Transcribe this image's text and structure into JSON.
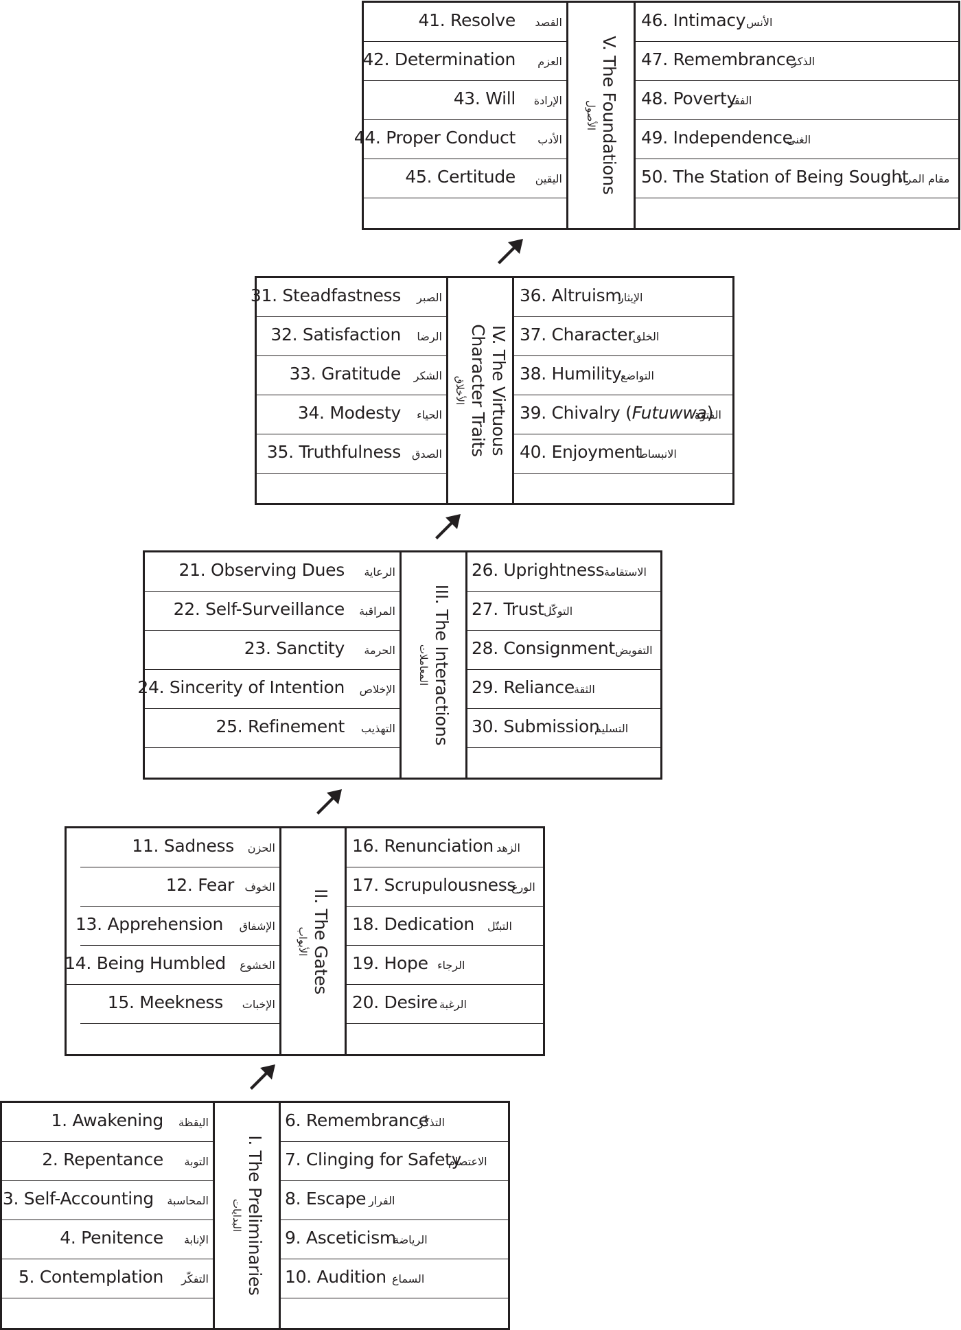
{
  "stages": [
    {
      "title": "I. The Preliminaries",
      "title_ar": "البدايات",
      "left": [
        {
          "en": "1. Awakening",
          "ar": "اليقظة"
        },
        {
          "en": "2. Repentance",
          "ar": "التوبة"
        },
        {
          "en": "3. Self-Accounting",
          "ar": "المحاسبة"
        },
        {
          "en": "4. Penitence",
          "ar": "الإنابة"
        },
        {
          "en": "5. Contemplation",
          "ar": "التفكّر"
        }
      ],
      "right": [
        {
          "en": "6. Remembrance",
          "ar": "التذكّر"
        },
        {
          "en": "7. Clinging for Safety",
          "ar": "الاعتصام"
        },
        {
          "en": "8. Escape",
          "ar": "الفرار"
        },
        {
          "en": "9. Asceticism",
          "ar": "الرياضة"
        },
        {
          "en": "10. Audition",
          "ar": "السماع"
        }
      ]
    },
    {
      "title": "II. The Gates",
      "title_ar": "الأبواب",
      "left": [
        {
          "en": "11. Sadness",
          "ar": "الحزن"
        },
        {
          "en": "12. Fear",
          "ar": "الخوف"
        },
        {
          "en": "13. Apprehension",
          "ar": "الإشفاق"
        },
        {
          "en": "14. Being Humbled",
          "ar": "الخشوع"
        },
        {
          "en": "15. Meekness",
          "ar": "الإخبات"
        }
      ],
      "right": [
        {
          "en": "16. Renunciation",
          "ar": "الزهد"
        },
        {
          "en": "17. Scrupulousness",
          "ar": "الورع"
        },
        {
          "en": "18. Dedication",
          "ar": "التبتّل"
        },
        {
          "en": "19. Hope",
          "ar": "الرجاء"
        },
        {
          "en": "20. Desire",
          "ar": "الرغبة"
        }
      ]
    },
    {
      "title": "III. The Interactions",
      "title_ar": "المعاملات",
      "left": [
        {
          "en": "21. Observing Dues",
          "ar": "الرعاية"
        },
        {
          "en": "22. Self-Surveillance",
          "ar": "المراقبة"
        },
        {
          "en": "23. Sanctity",
          "ar": "الحرمة"
        },
        {
          "en": "24. Sincerity of Intention",
          "ar": "الإخلاص"
        },
        {
          "en": "25. Refinement",
          "ar": "التهذيب"
        }
      ],
      "right": [
        {
          "en": "26. Uprightness",
          "ar": "الاستقامة"
        },
        {
          "en": "27. Trust",
          "ar": "التوكّل"
        },
        {
          "en": "28. Consignment",
          "ar": "التفويض"
        },
        {
          "en": "29. Reliance",
          "ar": "الثقة"
        },
        {
          "en": "30. Submission",
          "ar": "التسليم"
        }
      ]
    },
    {
      "title": "IV. The Virtuous",
      "title2": "Character Traits",
      "title_ar": "الأخلاق",
      "left": [
        {
          "en": "31. Steadfastness",
          "ar": "الصبر"
        },
        {
          "en": "32. Satisfaction",
          "ar": "الرضا"
        },
        {
          "en": "33. Gratitude",
          "ar": "الشكر"
        },
        {
          "en": "34. Modesty",
          "ar": "الحياء"
        },
        {
          "en": "35. Truthfulness",
          "ar": "الصدق"
        }
      ],
      "right": [
        {
          "en": "36. Altruism",
          "ar": "الإيثار"
        },
        {
          "en": "37. Character",
          "ar": "الخلق"
        },
        {
          "en": "38. Humility",
          "ar": "التواضع"
        },
        {
          "en": "39. Chivalry (",
          "en_italic": "Futuwwa",
          "en_end": ")",
          "ar": "الفتوّة"
        },
        {
          "en": "40. Enjoyment",
          "ar": "الانبساط"
        }
      ]
    },
    {
      "title": "V. The Foundations",
      "title_ar": "الأصول",
      "left": [
        {
          "en": "41. Resolve",
          "ar": "القصد"
        },
        {
          "en": "42. Determination",
          "ar": "العزم"
        },
        {
          "en": "43. Will",
          "ar": "الإرادة"
        },
        {
          "en": "44. Proper Conduct",
          "ar": "الأدب"
        },
        {
          "en": "45. Certitude",
          "ar": "اليقين"
        }
      ],
      "right": [
        {
          "en": "46. Intimacy",
          "ar": "الأنس"
        },
        {
          "en": "47. Remembrance",
          "ar": "الذكر"
        },
        {
          "en": "48. Poverty",
          "ar": "الفقر"
        },
        {
          "en": "49. Independence",
          "ar": "الغنى"
        },
        {
          "en": "50. The Station of Being Sought",
          "ar": "مقام المراد"
        }
      ]
    }
  ]
}
